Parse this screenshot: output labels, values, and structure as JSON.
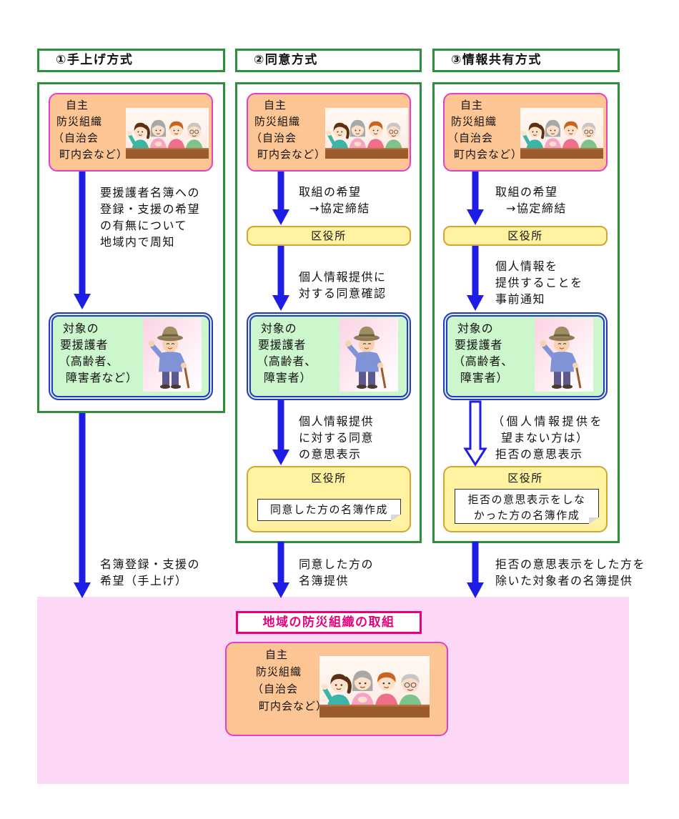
{
  "columns": [
    {
      "header": "①手上げ方式",
      "org_lines": [
        "自主",
        "防災組織",
        "（自治会",
        "町内会など）"
      ],
      "notice": [
        "要援護者名簿への",
        "登録・支援の希望",
        "の有無について",
        "地域内で周知"
      ],
      "target_lines": [
        "対象の",
        "要援護者",
        "（高齢者、",
        "障害者など）"
      ],
      "result": [
        "名簿登録・支援の",
        "希望（手上げ）"
      ]
    },
    {
      "header": "②同意方式",
      "org_lines": [
        "自主",
        "防災組織",
        "（自治会",
        "町内会など）"
      ],
      "request": [
        "取組の希望",
        "→協定締結"
      ],
      "office": "区役所",
      "confirm": [
        "個人情報提供に",
        "対する同意確認"
      ],
      "target_lines": [
        "対象の",
        "要援護者",
        "（高齢者、",
        "障害者）"
      ],
      "response": [
        "個人情報提供",
        "に対する同意",
        "の意思表示"
      ],
      "office2": {
        "label": "区役所",
        "note": [
          "同意した方の名簿作成"
        ]
      },
      "result": [
        "同意した方の",
        "名簿提供"
      ]
    },
    {
      "header": "③情報共有方式",
      "org_lines": [
        "自主",
        "防災組織",
        "（自治会",
        "町内会など）"
      ],
      "request": [
        "取組の希望",
        "→協定締結"
      ],
      "office": "区役所",
      "confirm": [
        "個人情報を",
        "提供することを",
        "事前通知"
      ],
      "target_lines": [
        "対象の",
        "要援護者",
        "（高齢者、",
        "障害者）"
      ],
      "response": [
        "（個人情報提供を",
        "望まない方は）",
        "拒否の意思表示"
      ],
      "office2": {
        "label": "区役所",
        "note": [
          "拒否の意思表示をしな",
          "かった方の名簿作成"
        ]
      },
      "result": [
        "拒否の意思表示をした方を",
        "除いた対象者の名簿提供"
      ]
    }
  ],
  "bottom": {
    "title": "地域の防災組織の取組",
    "org_lines": [
      "自主",
      "防災組織",
      "（自治会",
      "町内会など）"
    ]
  },
  "icons": {
    "org_group": "people-group-illustration",
    "target_person": "elderly-person-illustration",
    "flow_arrow": "down-arrow-icon",
    "refusal_arrow": "hollow-down-arrow-icon"
  },
  "colors": {
    "frame_green": "#2f8f3a",
    "arrow_blue": "#1d1de6",
    "org_fill": "#fdc593",
    "org_border": "#e33fc9",
    "target_fill": "#ccf6cc",
    "target_border": "#2a36c8",
    "office_fill": "#fff2a0",
    "office_border": "#d3a531",
    "bottom_fill": "#fdd7f6",
    "title_color": "#e8007c"
  }
}
